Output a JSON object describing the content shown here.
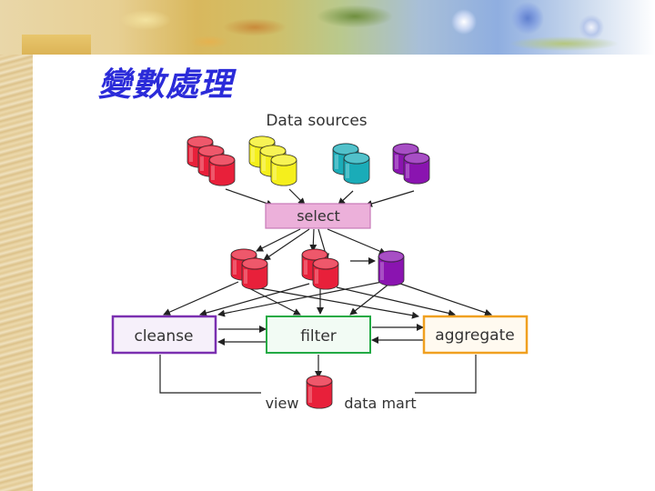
{
  "slide": {
    "title": "變數處理"
  },
  "diagram": {
    "sources_label": "Data sources",
    "select_label": "select",
    "cleanse_label": "cleanse",
    "filter_label": "filter",
    "aggregate_label": "aggregate",
    "view_label": "view",
    "data_mart_label": "data mart",
    "colors": {
      "red": "#e8203a",
      "yellow": "#f5ef1c",
      "teal": "#1aacb8",
      "purple": "#8a14b0",
      "select_box": "#e8a7d4",
      "cleanse_border": "#7a2fb0",
      "filter_border": "#22aa44",
      "aggregate_border": "#f0a020"
    }
  }
}
